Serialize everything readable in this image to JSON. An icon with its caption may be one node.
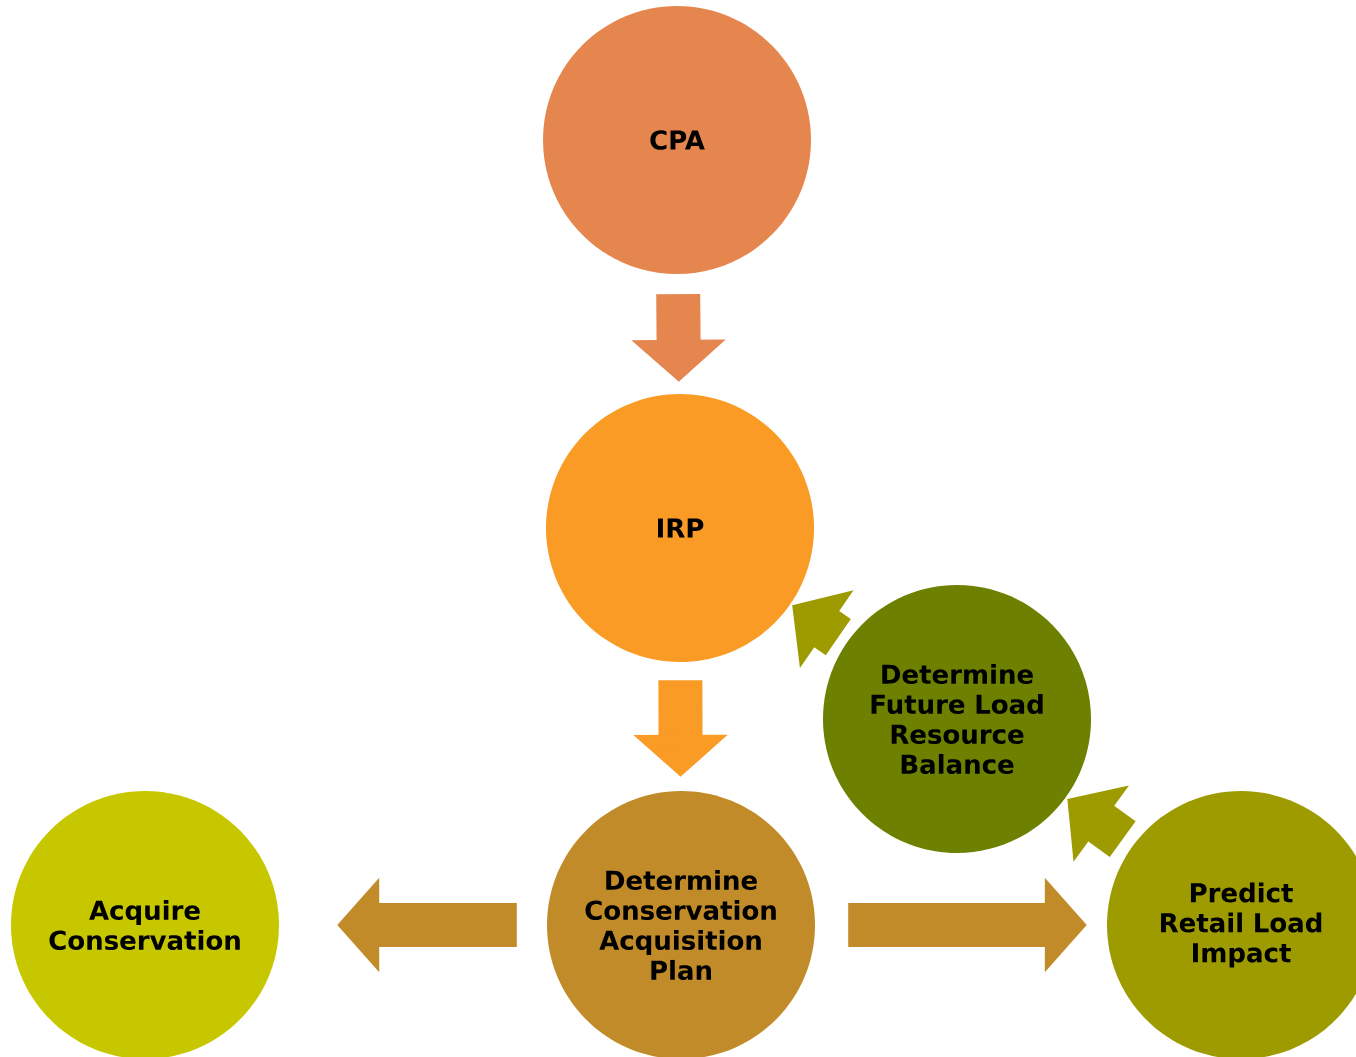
{
  "diagram": {
    "nodes": [
      {
        "text": [
          "CPA"
        ]
      },
      {
        "text": [
          "IRP"
        ]
      },
      {
        "text": [
          "Determine Future Load Resource Balance"
        ]
      },
      {
        "text": [
          "Acquire Conservation"
        ]
      },
      {
        "text": [
          "Determine Conservation Acquisition Plan"
        ]
      },
      {
        "text": [
          "Predict Retail Load Impact"
        ]
      }
    ],
    "edges": [
      {
        "from": 0,
        "to": 1,
        "arrow": "to",
        "color": "#e6864f"
      },
      {
        "from": 1,
        "to": 4,
        "arrow": "to",
        "color": "#f99b25"
      },
      {
        "from": 4,
        "to": 3,
        "arrow": "to",
        "color": "#c08b28"
      },
      {
        "from": 4,
        "to": 5,
        "arrow": "to",
        "color": "#c08b28"
      },
      {
        "from": 5,
        "to": 2,
        "arrow": "to",
        "color": "#9e9b00"
      },
      {
        "from": 2,
        "to": 1,
        "arrow": "to",
        "color": "#9e9b00"
      }
    ]
  }
}
